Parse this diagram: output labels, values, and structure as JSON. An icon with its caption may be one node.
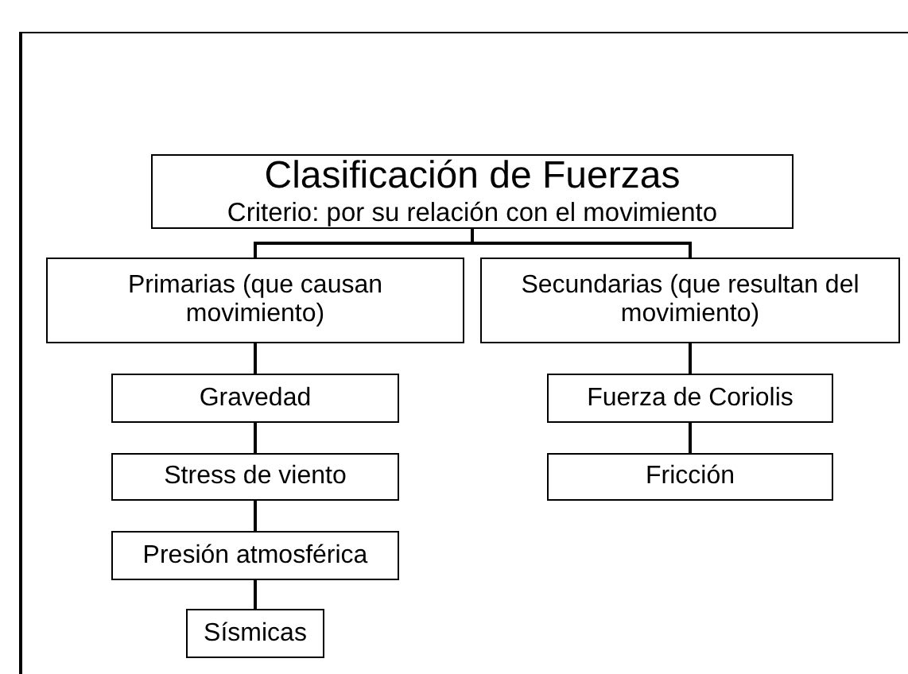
{
  "diagram": {
    "nodes": [
      {
        "text": [
          "Clasificación de Fuerzas",
          "Criterio: por su relación con el movimiento"
        ]
      },
      {
        "text": [
          "Primarias (que causan movimiento)"
        ]
      },
      {
        "text": [
          "Secundarias (que resultan del movimiento)"
        ]
      },
      {
        "text": [
          "Gravedad"
        ]
      },
      {
        "text": [
          "Stress de viento"
        ]
      },
      {
        "text": [
          "Presión atmosférica"
        ]
      },
      {
        "text": [
          "Sísmicas"
        ]
      },
      {
        "text": [
          "Fuerza de Coriolis"
        ]
      },
      {
        "text": [
          "Fricción"
        ]
      }
    ],
    "edges": [
      {
        "from": 0,
        "to": 1,
        "arrow": "none"
      },
      {
        "from": 0,
        "to": 2,
        "arrow": "none"
      },
      {
        "from": 1,
        "to": 3,
        "arrow": "none"
      },
      {
        "from": 3,
        "to": 4,
        "arrow": "none"
      },
      {
        "from": 4,
        "to": 5,
        "arrow": "none"
      },
      {
        "from": 5,
        "to": 6,
        "arrow": "none"
      },
      {
        "from": 2,
        "to": 7,
        "arrow": "none"
      },
      {
        "from": 7,
        "to": 8,
        "arrow": "none"
      }
    ]
  }
}
